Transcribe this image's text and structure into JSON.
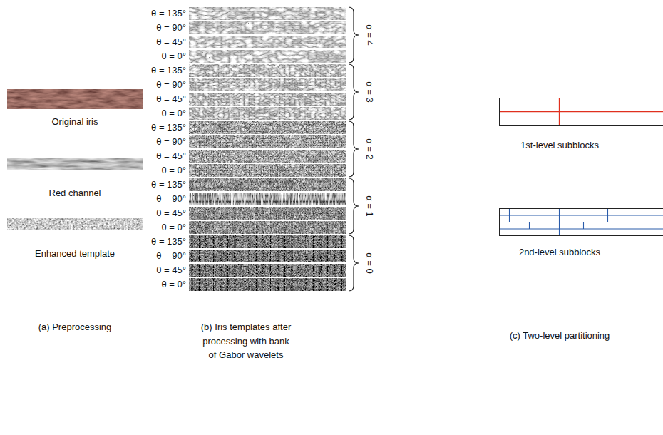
{
  "diagram": {
    "labels": [
      "Original iris",
      "Red channel",
      "Enhanced template",
      "(a) Preprocessing",
      "θ = 135°",
      "θ = 90°",
      "θ = 45°",
      "θ = 0°",
      "α = 4",
      "θ = 135°",
      "θ = 90°",
      "θ = 45°",
      "θ = 0°",
      "α = 3",
      "θ = 135°",
      "θ = 90°",
      "θ = 45°",
      "θ = 0°",
      "α = 2",
      "θ = 135°",
      "θ = 90°",
      "θ = 45°",
      "θ = 0°",
      "α = 1",
      "θ = 135°",
      "θ = 90°",
      "θ = 45°",
      "θ = 0°",
      "α = 0",
      "(b) Iris templates after processing with bank of Gabor wavelets",
      "1st-level subblocks",
      "2nd-level subblocks",
      "(c) Two-level partitioning"
    ]
  }
}
